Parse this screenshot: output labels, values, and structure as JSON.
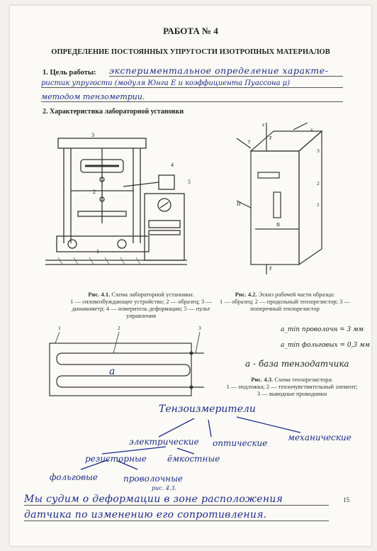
{
  "header": {
    "work_number": "РАБОТА № 4",
    "work_title": "ОПРЕДЕЛЕНИЕ ПОСТОЯННЫХ УПРУГОСТИ ИЗОТРОПНЫХ МАТЕРИАЛОВ"
  },
  "goal": {
    "label": "1. Цель работы:",
    "line1": "экспериментальное определение характе-",
    "line2": "ристик упругости (модуля Юнга E и коэффициента Пуассона μ)",
    "line3": "методом тензометрии."
  },
  "section2": {
    "heading": "2. Характеристика лабораторной установки"
  },
  "figure1": {
    "labels": [
      "1",
      "2",
      "3",
      "4",
      "5"
    ],
    "caption_title": "Рис. 4.1.",
    "caption_text": "Схема лабораторной установки:",
    "caption_line2": "1 — силовозбуждающее устройство; 2 — образец; 3 —",
    "caption_line3": "динамометр; 4 — измеритель деформации; 5 — пульт",
    "caption_line4": "управления"
  },
  "figure2": {
    "labels": [
      "1",
      "2",
      "3",
      "H",
      "B",
      "x",
      "y",
      "z",
      "F",
      "F"
    ],
    "caption_title": "Рис. 4.2.",
    "caption_text": "Эскиз рабочей части образца:",
    "caption_line2": "1 — образец; 2 — продольный тензорезистор; 3 —",
    "caption_line3": "поперечный тензорезистор"
  },
  "figure3": {
    "labels": [
      "1",
      "2",
      "3",
      "a"
    ],
    "caption_title": "Рис. 4.3.",
    "caption_text": "Схема тензорезистора:",
    "caption_line2": "1 — подложка; 2 — тензочувствительный элемент;",
    "caption_line3": "3 — выводные проводники"
  },
  "notes": {
    "a_min_wire": "a_min проволочн = 3 мм",
    "a_min_foil": "a_min фольговых = 0,3 мм",
    "base": "a - база тензодатчика"
  },
  "tree": {
    "root": "Тензоизмерители",
    "electrical": "электрические",
    "optical": "оптические",
    "mechanical": "механические",
    "resistive": "резисторные",
    "capacitive": "ёмкостные",
    "foil": "фольговые",
    "wire": "проволочные",
    "wire_note": "рис. 4.3."
  },
  "conclusion": {
    "line1": "Мы судим о деформации в зоне расположения",
    "line2": "датчика по изменению его сопротивления."
  },
  "page_number": "15",
  "colors": {
    "ink": "#1d2c86",
    "print": "#222222",
    "paper": "#fbfaf6"
  }
}
